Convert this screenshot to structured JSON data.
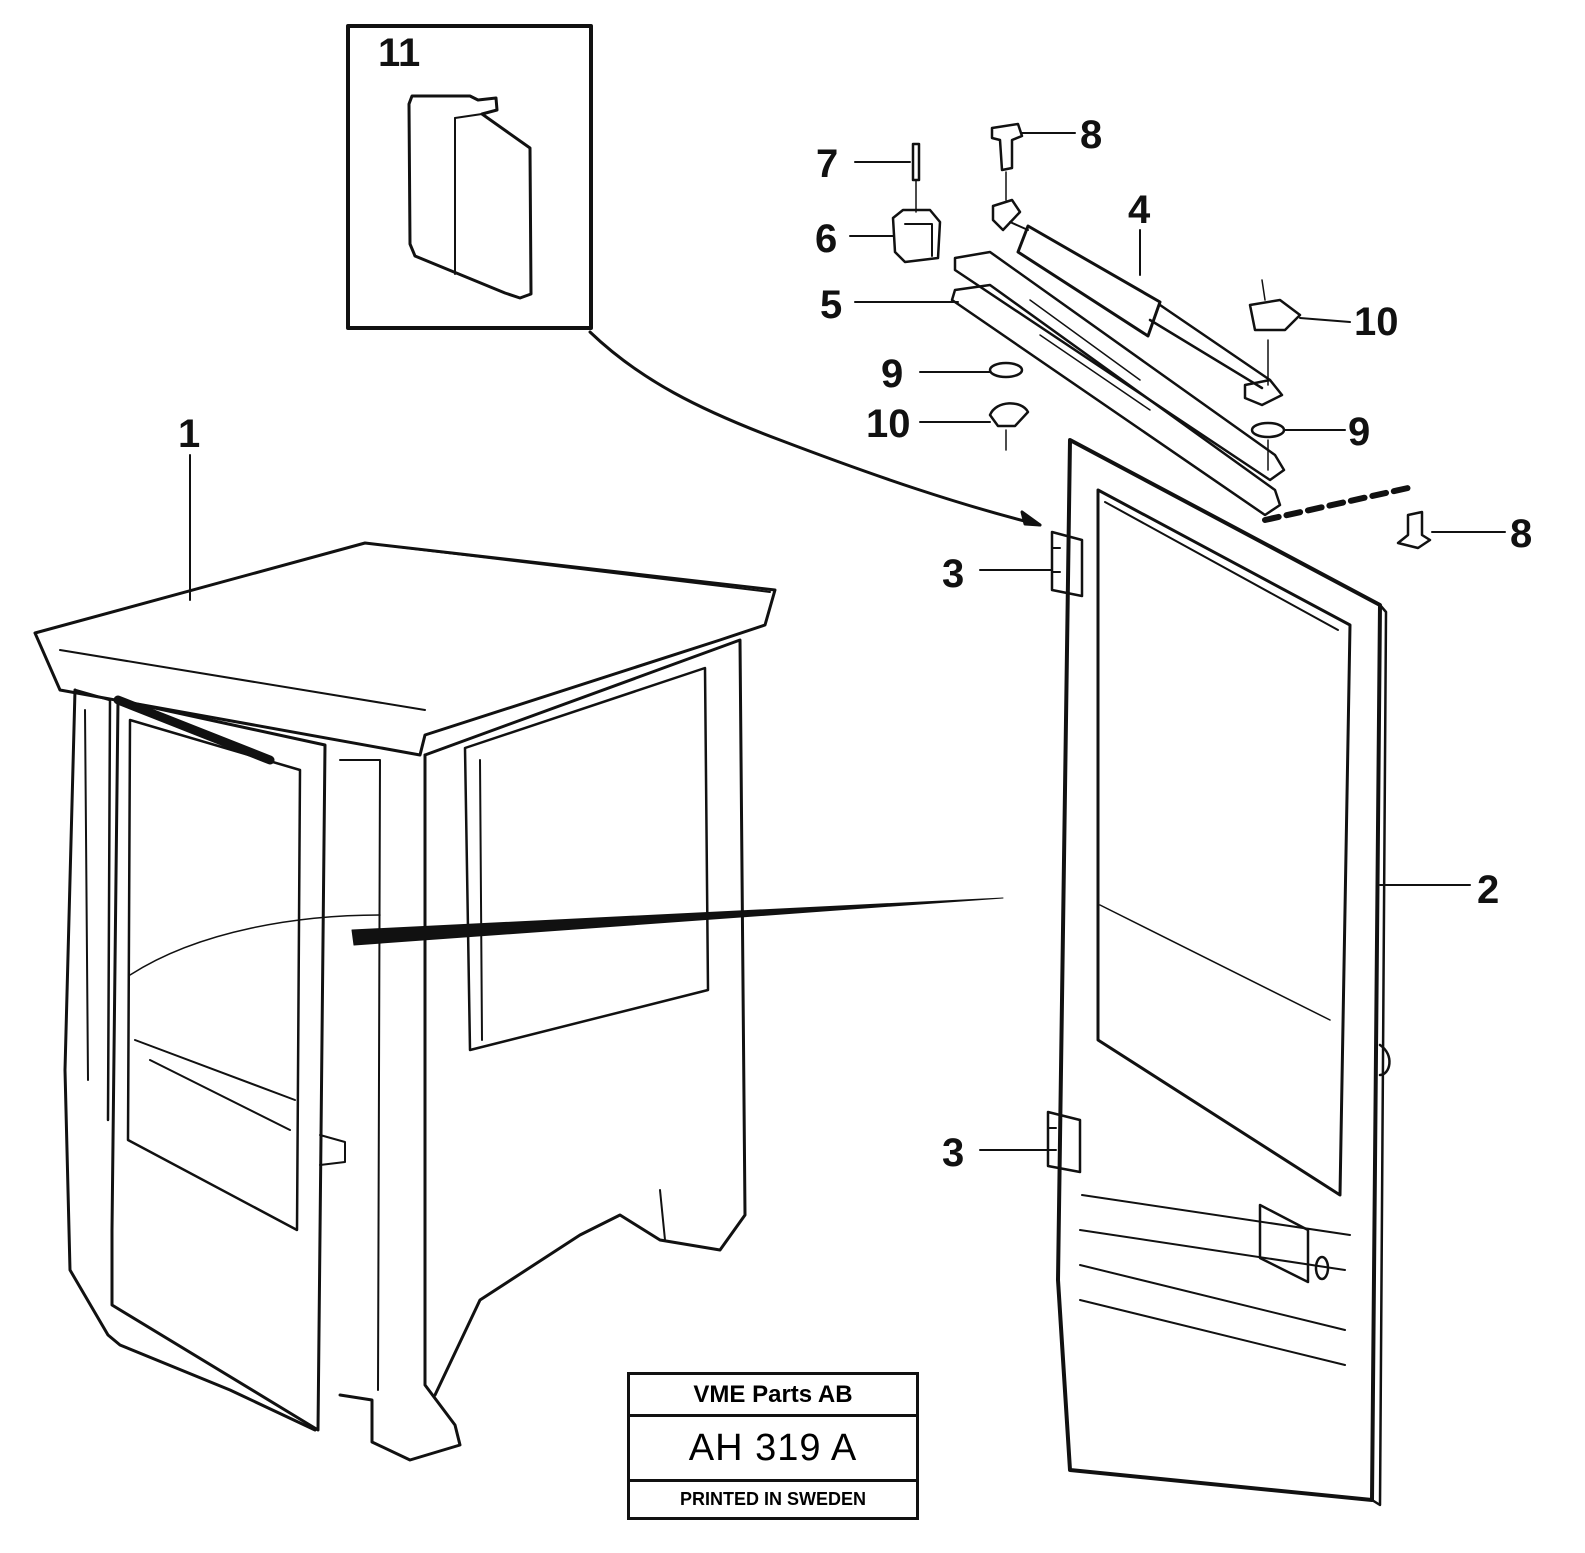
{
  "callouts": {
    "c1": "1",
    "c2": "2",
    "c3a": "3",
    "c3b": "3",
    "c4": "4",
    "c5": "5",
    "c6": "6",
    "c7": "7",
    "c8a": "8",
    "c8b": "8",
    "c9a": "9",
    "c9b": "9",
    "c10a": "10",
    "c10b": "10",
    "c11": "11"
  },
  "title_block": {
    "company": "VME Parts AB",
    "drawing_number": "AH 319  A",
    "printed": "PRINTED IN SWEDEN"
  },
  "colors": {
    "ink": "#111111",
    "paper": "#ffffff"
  }
}
